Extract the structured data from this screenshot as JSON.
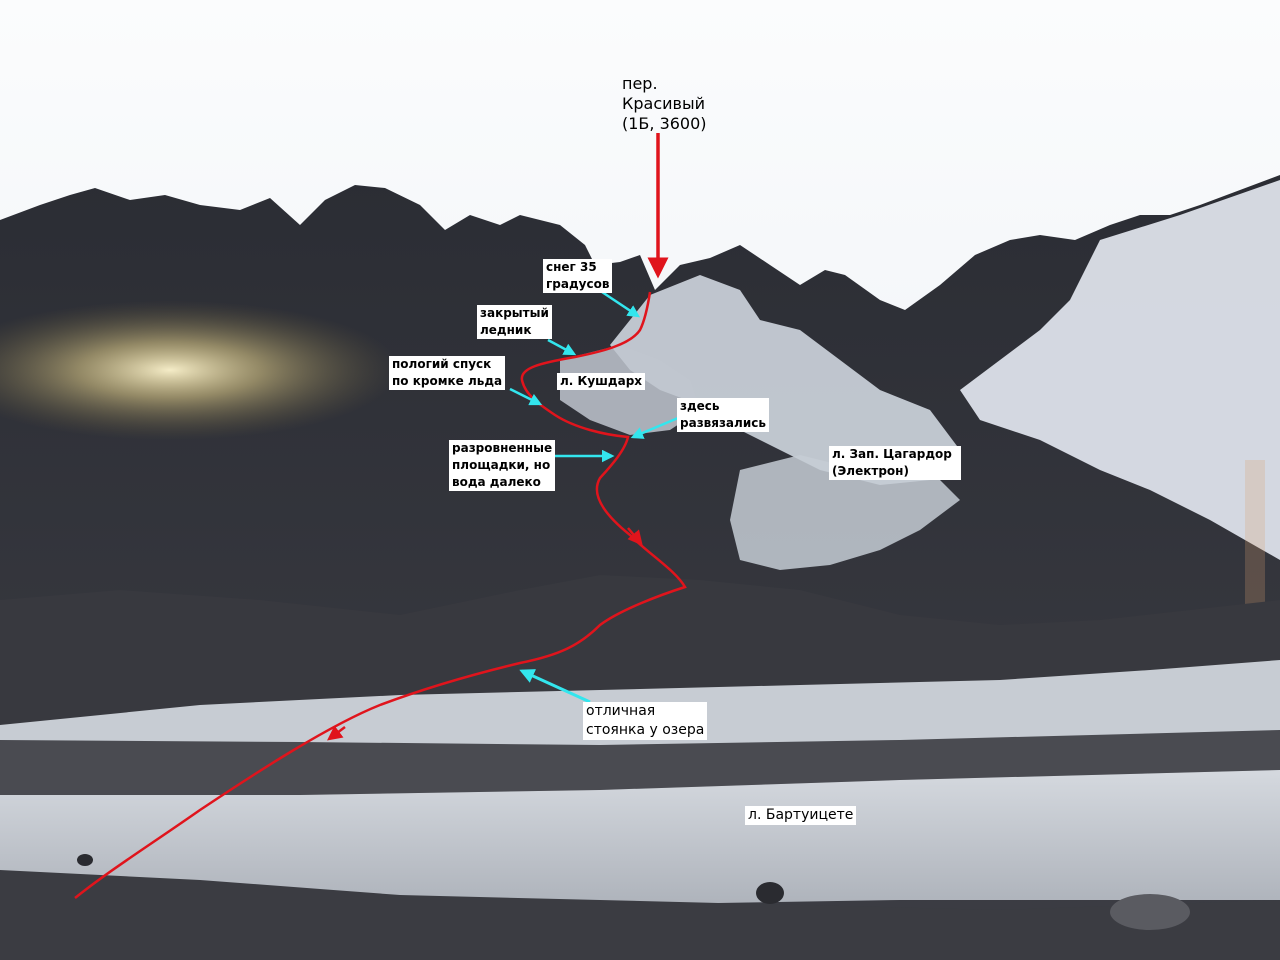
{
  "annotations": {
    "pass_name": "пер.\nКрасивый\n(1Б, 3600)",
    "snow_35": "снег 35\nградусов",
    "closed_glacier": "закрытый\nледник",
    "gentle_descent": "пологий спуск\nпо кромке льда",
    "kushdarkh_glacier": "л. Кушдарх",
    "unroped_here": "здесь\nразвязались",
    "rough_sites": "разровненные\nплощадки, но\nвода далеко",
    "w_tsagardor_glacier": "л. Зап. Цагардор\n(Электрон)",
    "lake_camp": "отличная\nстоянка у озера",
    "bartuitsete_glacier": "л. Бартуицете"
  },
  "colors": {
    "route": "#e0141c",
    "pointer_arrow": "#33e6ee",
    "label_bg": "#ffffff",
    "sky": "#f4f6f8",
    "rock_dark": "#2a2c33",
    "snow": "#dfe4ec",
    "ice": "#c9ced6",
    "moraine": "#3f4046"
  }
}
